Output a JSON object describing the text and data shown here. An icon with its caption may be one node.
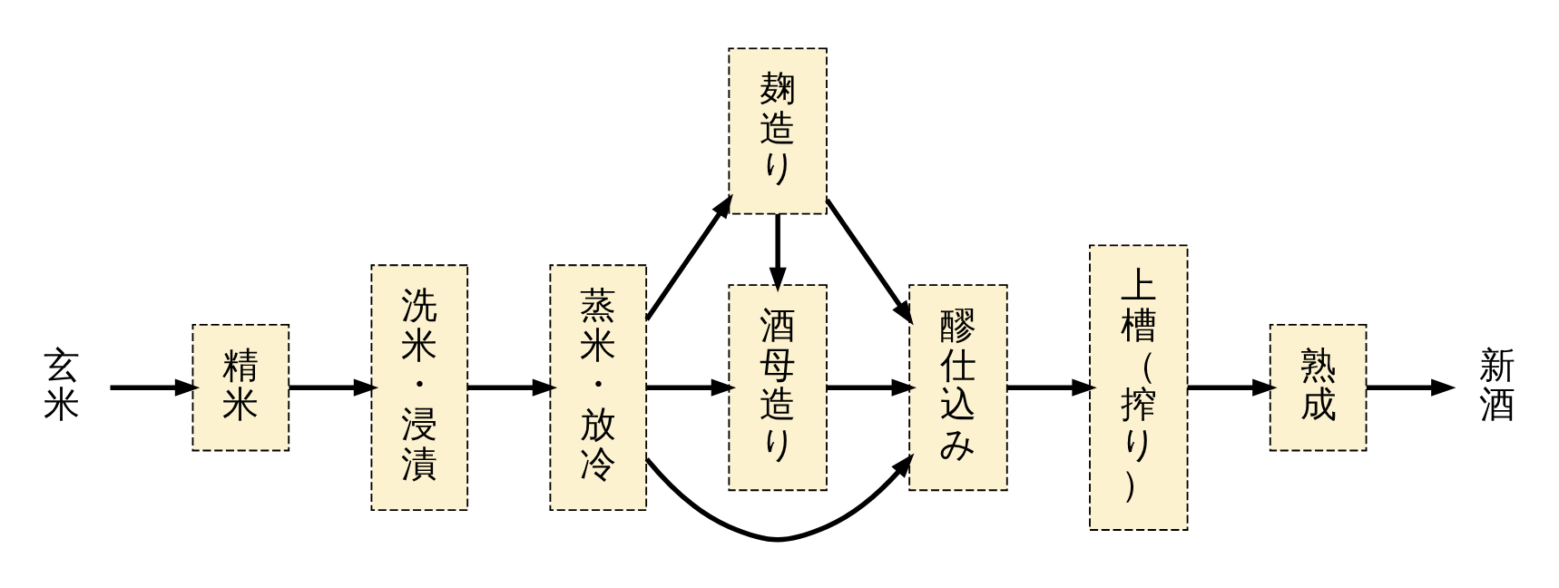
{
  "diagram": {
    "nodes": [
      {
        "text": [
          "玄米"
        ]
      },
      {
        "text": [
          "精米"
        ]
      },
      {
        "text": [
          "洗米・浸漬"
        ]
      },
      {
        "text": [
          "蒸米・放冷"
        ]
      },
      {
        "text": [
          "麹造り"
        ]
      },
      {
        "text": [
          "酒母造り"
        ]
      },
      {
        "text": [
          "醪仕込み"
        ]
      },
      {
        "text": [
          "上槽（搾り）"
        ]
      },
      {
        "text": [
          "熟成"
        ]
      },
      {
        "text": [
          "新酒"
        ]
      }
    ],
    "edges": [
      {
        "from": 0,
        "to": 1,
        "arrow": "to"
      },
      {
        "from": 1,
        "to": 2,
        "arrow": "to"
      },
      {
        "from": 2,
        "to": 3,
        "arrow": "to"
      },
      {
        "from": 3,
        "to": 4,
        "arrow": "to"
      },
      {
        "from": 3,
        "to": 6,
        "arrow": "to"
      },
      {
        "from": 3,
        "to": 5,
        "arrow": "to"
      },
      {
        "from": 4,
        "to": 5,
        "arrow": "to"
      },
      {
        "from": 5,
        "to": 6,
        "arrow": "to"
      },
      {
        "from": 4,
        "to": 6,
        "arrow": "to"
      },
      {
        "from": 6,
        "to": 7,
        "arrow": "to"
      },
      {
        "from": 7,
        "to": 8,
        "arrow": "to"
      },
      {
        "from": 8,
        "to": 9,
        "arrow": "to"
      }
    ]
  }
}
